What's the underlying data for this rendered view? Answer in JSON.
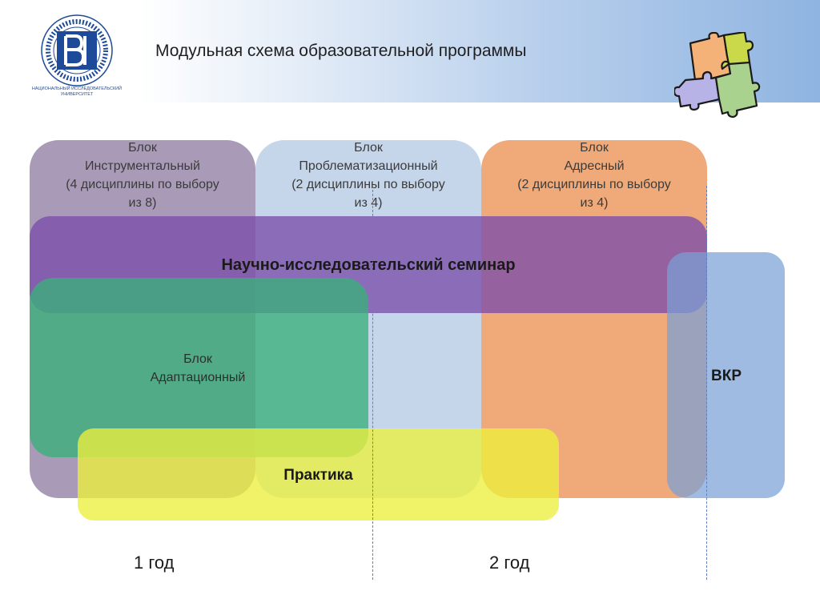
{
  "header": {
    "title": "Модульная схема образовательной программы",
    "logo_caption": "НАЦИОНАЛЬНЫЙ ИССЛЕДОВАТЕЛЬСКИЙ УНИВЕРСИТЕТ",
    "logo_icon": "hse-logo-icon",
    "puzzle_icon": "puzzle-icon"
  },
  "blocks": {
    "instrumental": {
      "line1": "Блок",
      "line2": "Инструментальный",
      "line3": "(4 дисциплины по выбору",
      "line4": "из 8)",
      "color": "#a99bb7"
    },
    "problem": {
      "line1": "Блок",
      "line2": "Проблематизационный",
      "line3": "(2 дисциплины по выбору",
      "line4": "из 4)",
      "color": "#c5d5ea"
    },
    "address": {
      "line1": "Блок",
      "line2": "Адресный",
      "line3": "(2 дисциплины по выбору",
      "line4": "из 4)",
      "color": "#f0aa79"
    },
    "seminar": {
      "label": "Научно-исследовательский семинар",
      "color": "#7b4eaa"
    },
    "adaptation": {
      "line1": "Блок",
      "line2": "Адаптационный",
      "color": "#38b07a"
    },
    "practice": {
      "label": "Практика",
      "color": "#ecf03c"
    },
    "vkr": {
      "label": "ВКР",
      "color": "#7aa1d6"
    }
  },
  "timeline": {
    "year1": "1 год",
    "year2": "2 год",
    "divider_color": "#5c7fc6"
  }
}
